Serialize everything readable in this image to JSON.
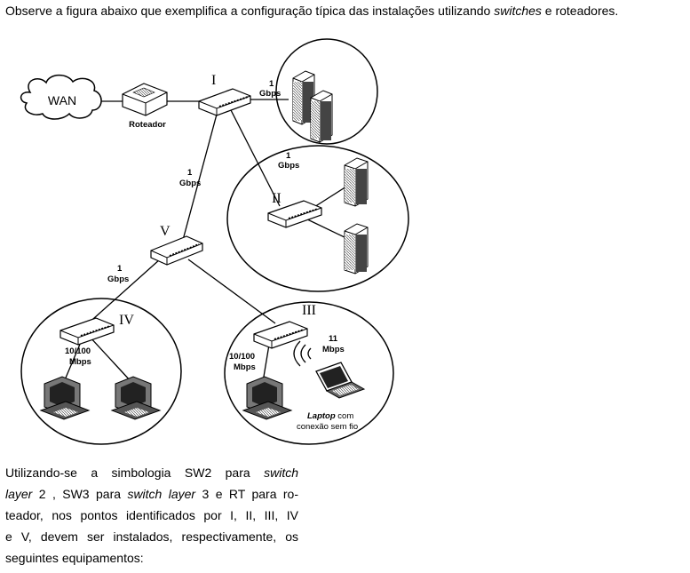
{
  "intro": {
    "prefix": "Observe a figura abaixo que exemplifica a configuração típica das instalações utilizando ",
    "emph": "switches",
    "suffix": " e roteadores."
  },
  "diagram": {
    "wan": "WAN",
    "router": "Roteador",
    "points": {
      "I": "I",
      "II": "II",
      "III": "III",
      "IV": "IV",
      "V": "V"
    },
    "speed_1gbps_num": "1",
    "speed_1gbps_unit": "Gbps",
    "speed_10_100_num": "10/100",
    "speed_10_100_unit": "Mbps",
    "speed_11_num": "11",
    "speed_11_unit": "Mbps",
    "laptop_line1_emph": "Laptop",
    "laptop_line1_rest": " com",
    "laptop_line2": "conexão sem fio"
  },
  "question": {
    "l1a": "Utilizando-se a simbologia SW2 para ",
    "l1b": "switch",
    "l2a": "layer",
    "l2b": " 2 , SW3 para ",
    "l2c": "switch layer",
    "l2d": " 3 e RT para ro-",
    "l3": "teador, nos pontos identificados por I, II, III, IV",
    "l4": "e V, devem ser instalados, respectivamente, os",
    "l5": "seguintes equipamentos:"
  }
}
